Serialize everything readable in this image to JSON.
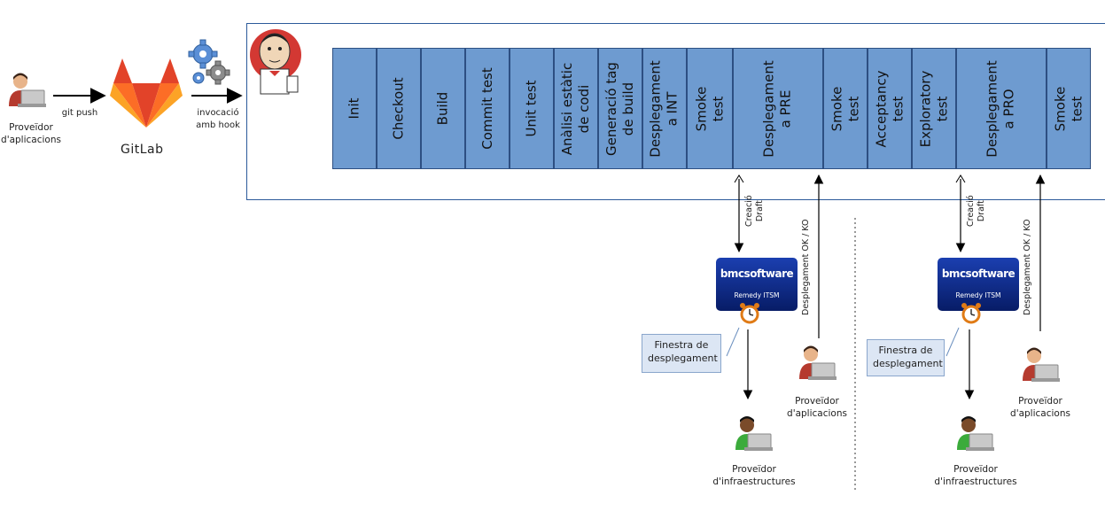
{
  "left": {
    "app_provider_label": "Proveïdor\nd'aplicacions",
    "git_push_label": "git push",
    "gitlab_label": "GitLab",
    "hook_label": "invocació\namb hook"
  },
  "pipeline": {
    "stages": [
      {
        "label": "Init"
      },
      {
        "label": "Checkout"
      },
      {
        "label": "Build"
      },
      {
        "label": "Commit test"
      },
      {
        "label": "Unit test"
      },
      {
        "label": "Anàlisi estàtic\nde codi"
      },
      {
        "label": "Generació tag\nde build"
      },
      {
        "label": "Desplegament\na INT"
      },
      {
        "label": "Smoke\ntest"
      },
      {
        "label": "Desplegament\na PRE"
      },
      {
        "label": "Smoke\ntest"
      },
      {
        "label": "Acceptancy\ntest"
      },
      {
        "label": "Exploratory\ntest"
      },
      {
        "label": "Desplegament\na PRO"
      },
      {
        "label": "Smoke\ntest"
      }
    ]
  },
  "pre": {
    "creacio_label": "Creació\nDraft",
    "ok_ko_label": "Desplegament OK / KO",
    "bmc_brand": "bmcsoftware",
    "bmc_product": "Remedy ITSM",
    "window_label": "Finestra de\ndesplegament",
    "app_provider_label": "Proveïdor\nd'aplicacions",
    "infra_provider_label": "Proveïdor\nd'infraestructures"
  },
  "pro": {
    "creacio_label": "Creació\nDraft",
    "ok_ko_label": "Desplegament OK / KO",
    "bmc_brand": "bmcsoftware",
    "bmc_product": "Remedy ITSM",
    "window_label": "Finestra de\ndesplegament",
    "app_provider_label": "Proveïdor\nd'aplicacions",
    "infra_provider_label": "Proveïdor\nd'infraestructures"
  },
  "colors": {
    "stage_fill": "#6e9bd0",
    "frame_border": "#2c5a9a",
    "bmc_blue": "#0a2a8a"
  }
}
